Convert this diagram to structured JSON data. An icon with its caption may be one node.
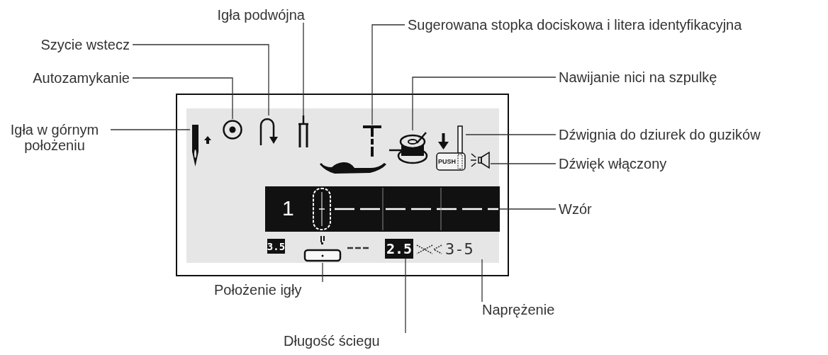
{
  "diagram": {
    "nodes": [
      {
        "text": [
          "Igła podwójna"
        ]
      },
      {
        "text": [
          "Sugerowana stopka dociskowa i litera identyfikacyjna"
        ]
      },
      {
        "text": [
          "Szycie wstecz"
        ]
      },
      {
        "text": [
          "Autozamykanie"
        ]
      },
      {
        "text": [
          "Nawijanie nici na szpulkę"
        ]
      },
      {
        "text": [
          "Igła w górnym położeniu"
        ]
      },
      {
        "text": [
          "Dźwignia do dziurek do guzików"
        ]
      },
      {
        "text": [
          "Dźwięk włączony"
        ]
      },
      {
        "text": [
          "Wzór"
        ]
      },
      {
        "text": [
          "Położenie igły"
        ]
      },
      {
        "text": [
          "Naprężenie"
        ]
      },
      {
        "text": [
          "Długość ściegu"
        ]
      },
      {
        "text": [],
        "shape": "picture"
      },
      {
        "text": [],
        "shape": "picture"
      },
      {
        "text": [],
        "shape": "picture"
      },
      {
        "text": [],
        "shape": "picture"
      },
      {
        "text": [],
        "shape": "picture"
      },
      {
        "text": [],
        "shape": "picture"
      },
      {
        "text": [
          "PUSH"
        ]
      },
      {
        "text": [],
        "shape": "picture"
      },
      {
        "text": [
          "1"
        ]
      },
      {
        "text": [
          "3.5"
        ]
      },
      {
        "text": [],
        "shape": "picture"
      },
      {
        "text": [
          "2.5"
        ]
      },
      {
        "text": [
          "3-5"
        ]
      }
    ],
    "edges": [
      {
        "from": 0,
        "to": 15,
        "arrow": "none"
      },
      {
        "from": 1,
        "to": 16,
        "arrow": "none"
      },
      {
        "from": 2,
        "to": 14,
        "arrow": "none"
      },
      {
        "from": 3,
        "to": 13,
        "arrow": "none"
      },
      {
        "from": 4,
        "to": 17,
        "arrow": "none"
      },
      {
        "from": 5,
        "to": 12,
        "arrow": "none"
      },
      {
        "from": 6,
        "to": 18,
        "arrow": "none"
      },
      {
        "from": 7,
        "to": 19,
        "arrow": "none"
      },
      {
        "from": 8,
        "to": 20,
        "arrow": "none"
      },
      {
        "from": 9,
        "to": 22,
        "arrow": "none"
      },
      {
        "from": 10,
        "to": 24,
        "arrow": "none"
      },
      {
        "from": 11,
        "to": 23,
        "arrow": "none"
      }
    ]
  }
}
